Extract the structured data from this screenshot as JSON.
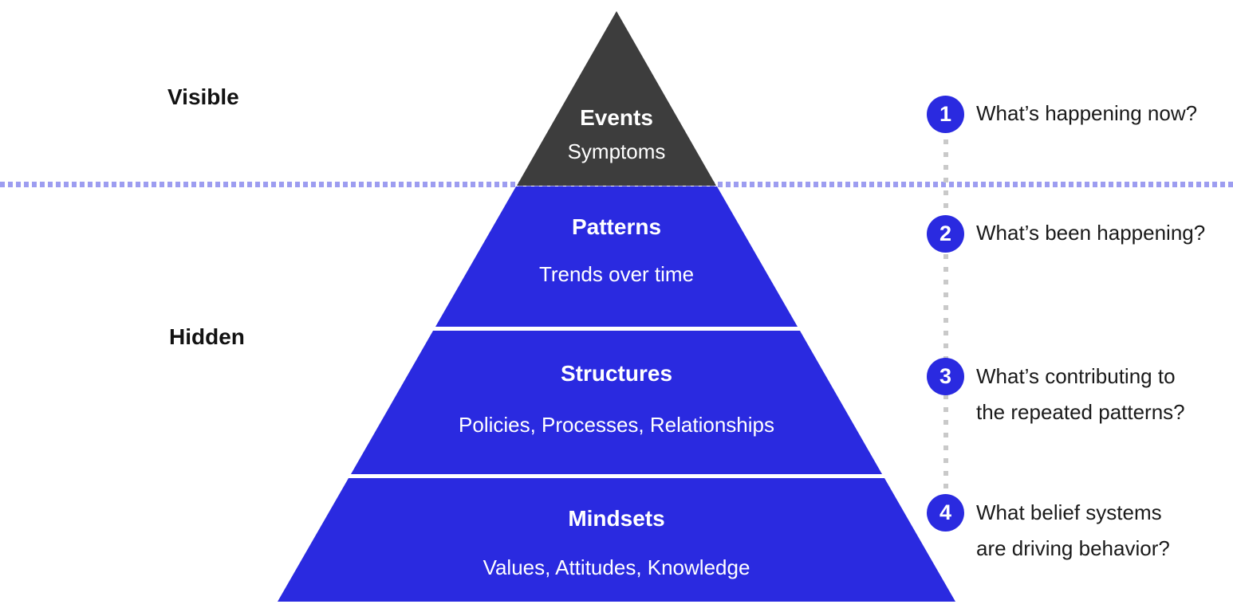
{
  "colors": {
    "accent_blue": "#2a2ae0",
    "events_gray": "#3d3d3d",
    "divider_dot": "#9d9df0",
    "connector_dot": "#c9c9c9",
    "question_text": "#1a1a1a",
    "side_label_text": "#121212",
    "layer_text": "#ffffff"
  },
  "left_labels": {
    "visible": "Visible",
    "hidden": "Hidden"
  },
  "pyramid": {
    "layers": [
      {
        "title": "Events",
        "subtitle": "Symptoms"
      },
      {
        "title": "Patterns",
        "subtitle": "Trends over time"
      },
      {
        "title": "Structures",
        "subtitle": "Policies, Processes, Relationships"
      },
      {
        "title": "Mindsets",
        "subtitle": "Values, Attitudes, Knowledge"
      }
    ]
  },
  "questions": [
    {
      "number": "1",
      "lines": [
        "What’s happening now?"
      ]
    },
    {
      "number": "2",
      "lines": [
        "What’s been happening?"
      ]
    },
    {
      "number": "3",
      "lines": [
        "What’s contributing to",
        "the repeated patterns?"
      ]
    },
    {
      "number": "4",
      "lines": [
        "What belief systems",
        "are driving behavior?"
      ]
    }
  ]
}
